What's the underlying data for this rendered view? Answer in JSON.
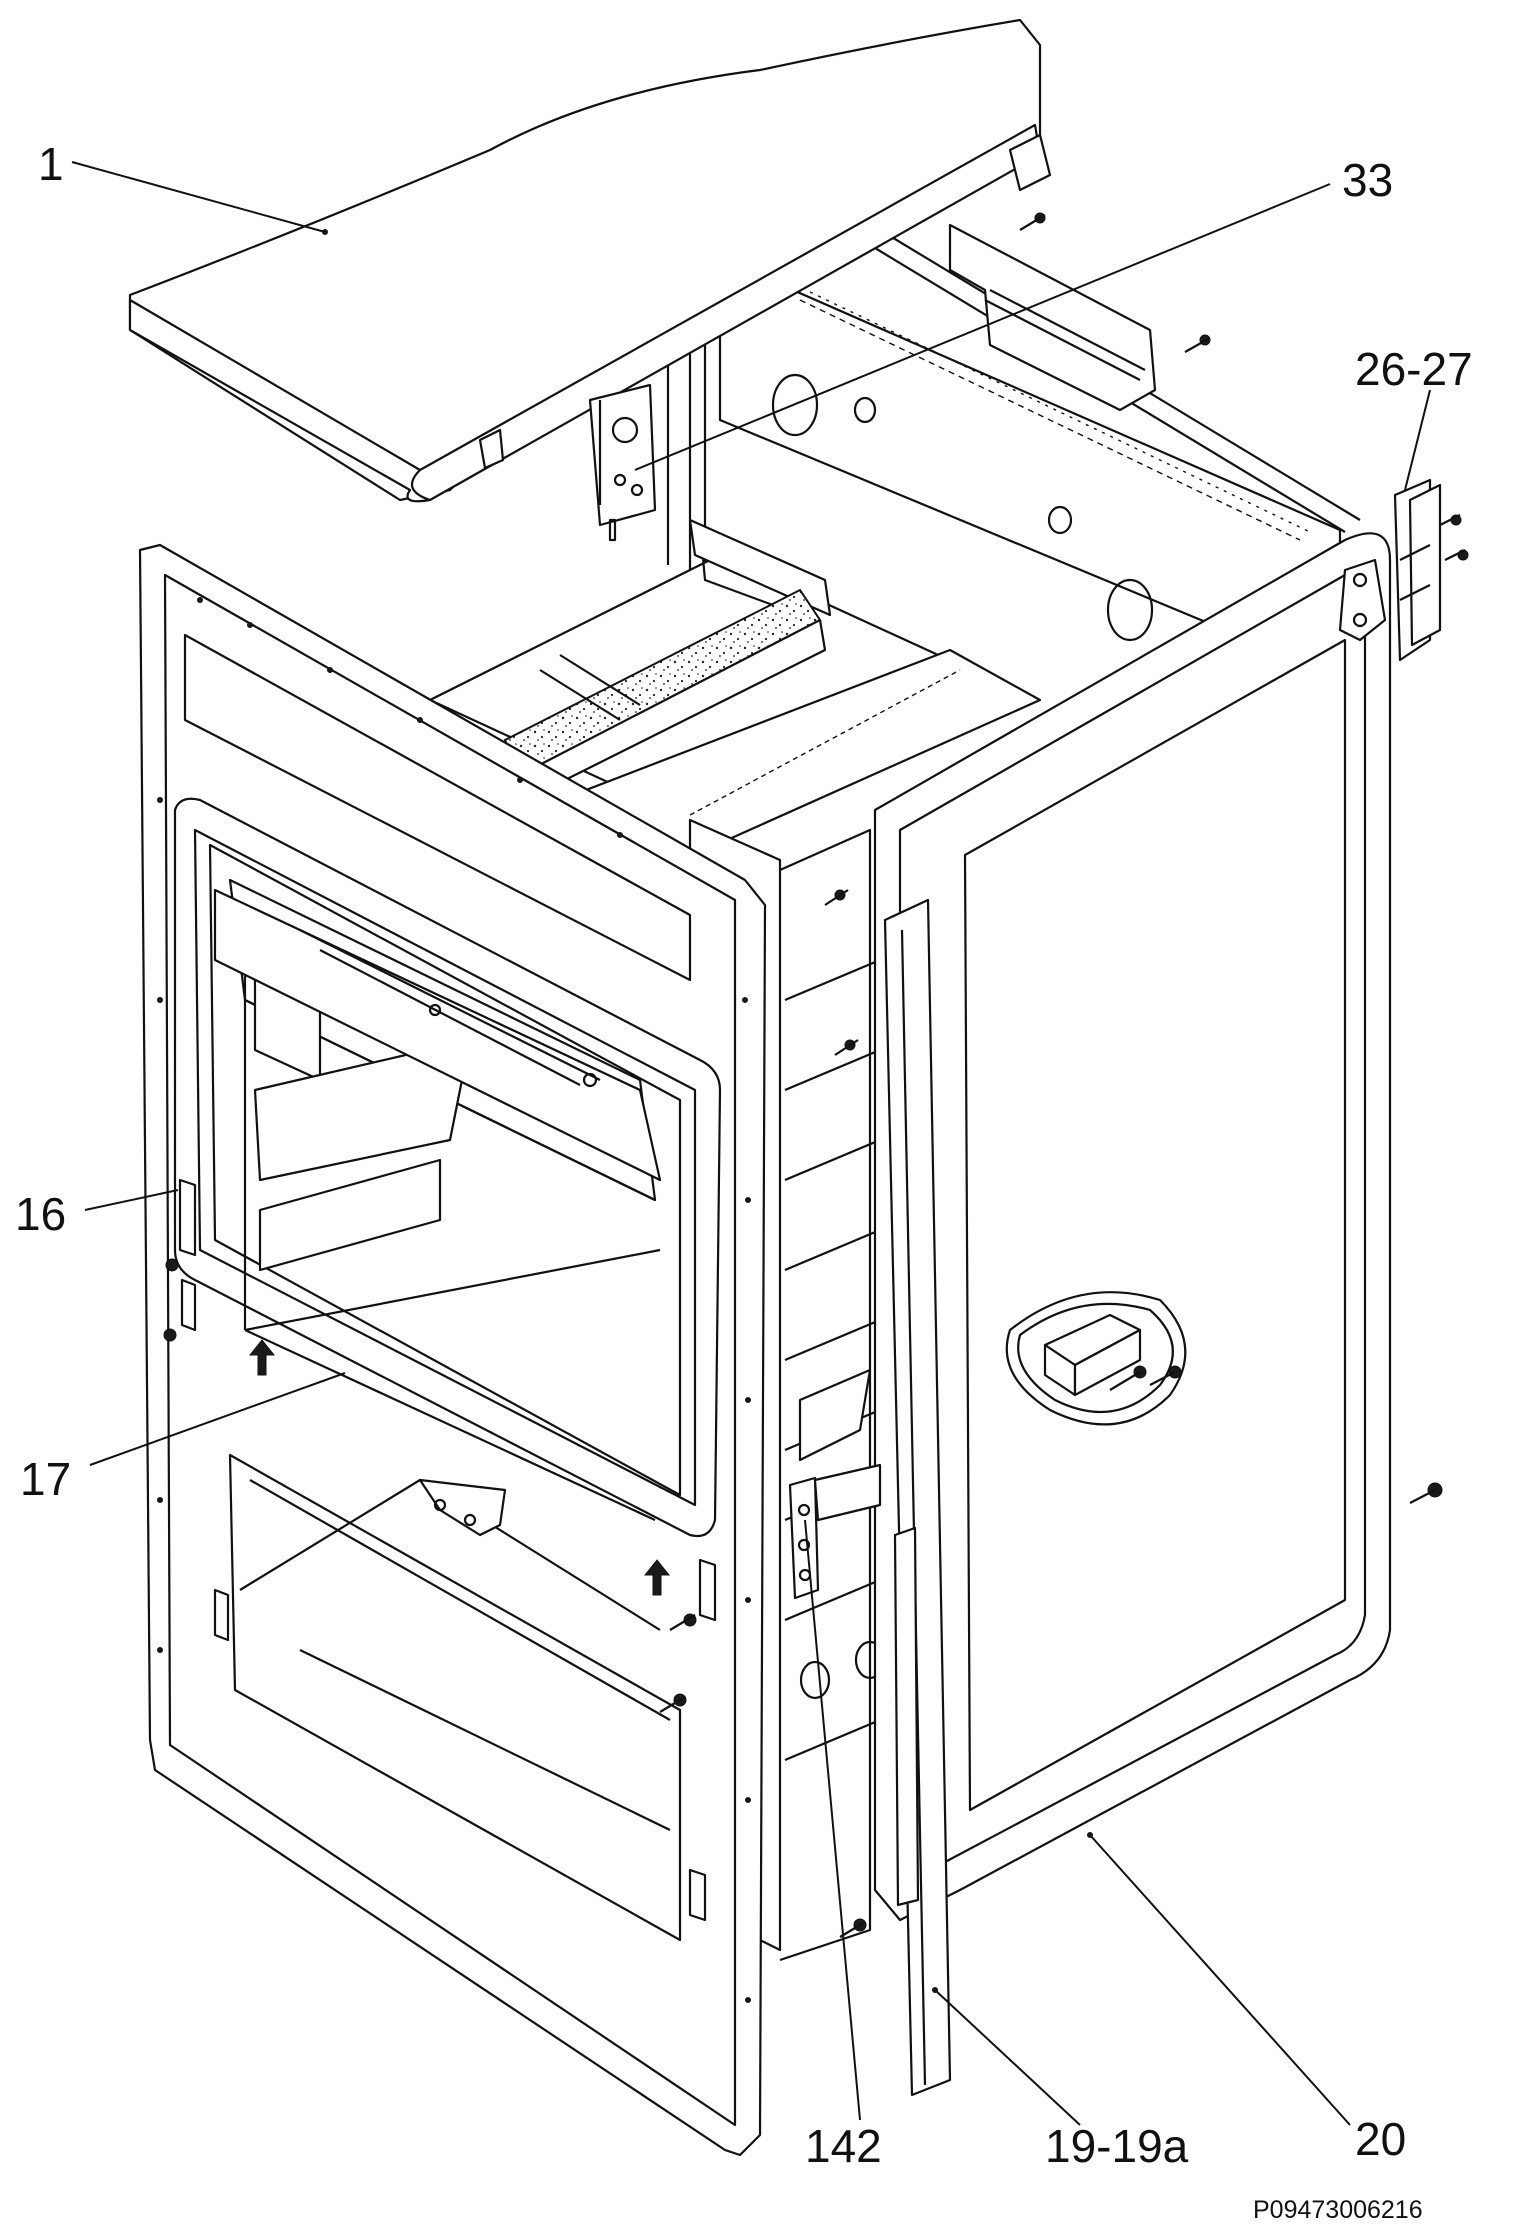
{
  "diagram": {
    "callouts": [
      {
        "id": "1",
        "text": "1"
      },
      {
        "id": "33",
        "text": "33"
      },
      {
        "id": "26-27",
        "text": "26-27"
      },
      {
        "id": "16",
        "text": "16"
      },
      {
        "id": "17",
        "text": "17"
      },
      {
        "id": "142",
        "text": "142"
      },
      {
        "id": "19-19a",
        "text": "19-19a"
      },
      {
        "id": "20",
        "text": "20"
      }
    ],
    "drawing_code": "P09473006216"
  }
}
